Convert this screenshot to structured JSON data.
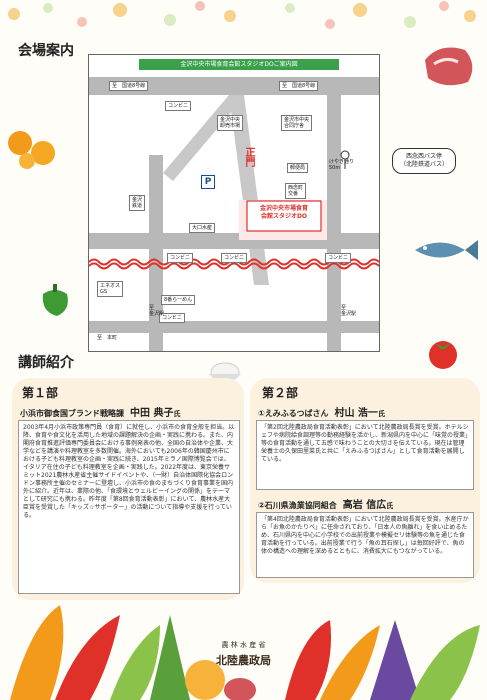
{
  "page": {
    "section_venue": "会場案内",
    "section_lecturers": "講師紹介"
  },
  "map": {
    "title": "金沢中央市場食育会館スタジオDOご案内図",
    "labels": {
      "road1": "至　国道8号線",
      "road2": "至　国道8号線",
      "pink_bldg": "金沢中央\n卸売市場",
      "cgs": "金沢市中央\n合同庁舎",
      "left_bldg": "金沢\n鉄道",
      "conv1": "コンビニ",
      "conv2": "コンビニ",
      "conv3": "コンビニ",
      "conv4": "コンビニ",
      "oote": "大口水産",
      "post": "郵便局",
      "shinkin": "西念町\n交番",
      "street": "けやき通り\n50m",
      "seimon": "正門",
      "parking": "P",
      "venue": "金沢中央市場食育\n会館スタジオDO",
      "busstop": "西念西バス停\n（北陸鉄道バス）",
      "gs": "エネオス\nGS",
      "ramen": "8番らーめん",
      "shop": "コンビニ",
      "to_honmachi": "至　本町",
      "to_kanazawa_sta": "至\n金沢駅",
      "to_ekinishi": "至\n金沢駅"
    }
  },
  "part1": {
    "heading": "第１部",
    "org": "小浜市御食国ブランド戦略課",
    "name": "中田 典子",
    "honorific": "氏",
    "bio": "2003年4月小浜市政策専門員（食育）に就任し、小浜市の食育全般を担当。以降、食育や食文化を活用した地域の課題解決の企画・実践に携わる。また、内閣府食育推進評価専門委員会における事例発表の他、全国の自治体や企業、大学などを講演や料理教室を多数開催。海外においても2006年の韓国慶州市における子ども料理教室の企画・実践に続き、2015年ミラノ国際博覧会では、イタリア在住の子ども料理教室を企画・実践した。2022年度は、東京栄養サミット2021農林水産省主催サイドイベントや、（一財）自治体国際化協会ロンドン事務所主催のセミナーに登壇し、小浜市の食のまちづくり食育事業を国内外に紹介。近年は、業際の他、「食環境とウェルビーイングの関係」をテーマとして研究にも携わる。昨年度「第8回食育活動表彰」において、農林水産大臣賞を受賞した「キッズ☆サポーター」の活動について指導や支援を行っている。"
  },
  "part2": {
    "heading": "第２部",
    "speaker1": {
      "org": "①えみふるつばさん",
      "name": "村山 浩一",
      "honorific": "氏",
      "bio": "「第2回北陸農政局食育活動表彰」において北陸農政局長賞を受賞。ホテルシェフや病院給食調理等の勤務経験を活かし、新潟県内を中心に「味覚の授業」等の食育活動を通して五感で味わうことの大切さを伝えている。現在は管理栄養士の久保田里菜氏と共に「えみふるつばさん」として食育活動を展開している。"
    },
    "speaker2": {
      "org": "②石川県漁業協同組合",
      "name": "高岩 信広",
      "honorific": "氏",
      "bio": "「第4回北陸農政局食育活動表彰」において北陸農政局長賞を受賞。水産庁から「お魚のかたりべ」に任命されており、「日本人の魚離れ」を食い止めるため、石川県内を中心に小学校での出前授業や模擬セリ体験等の魚を通じた食育活動を行っている。出前授業で行う「魚の耳石探し」は毎回好評で、魚の体の構造への理解を深めるとともに、消費拡大にもつながっている。"
    }
  },
  "footer": {
    "ministry": "農 林 水 産 省",
    "bureau": "北陸農政局"
  },
  "colors": {
    "card": "#fcf1df",
    "map_title_bg": "#3aa04a",
    "venue_red": "#e0302a",
    "road_gray": "#b8b8b8"
  }
}
